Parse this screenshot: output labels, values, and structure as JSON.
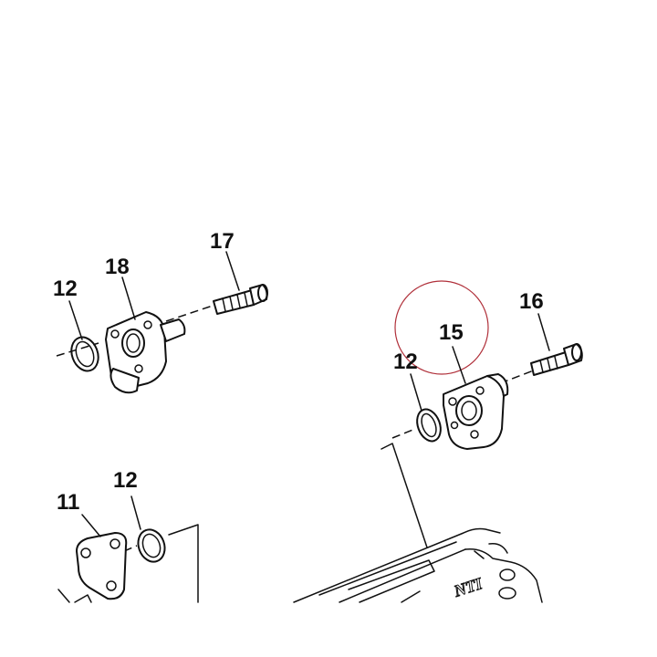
{
  "labels": {
    "p17": "17",
    "p18": "18",
    "p12_left": "12",
    "p16": "16",
    "p15": "15",
    "p12_right": "12",
    "p11": "11",
    "p12_bottom": "12",
    "housing_lettering": "NTI"
  },
  "colors": {
    "line": "#111111",
    "highlight_circle": "#b0303a",
    "background": "#ffffff"
  }
}
